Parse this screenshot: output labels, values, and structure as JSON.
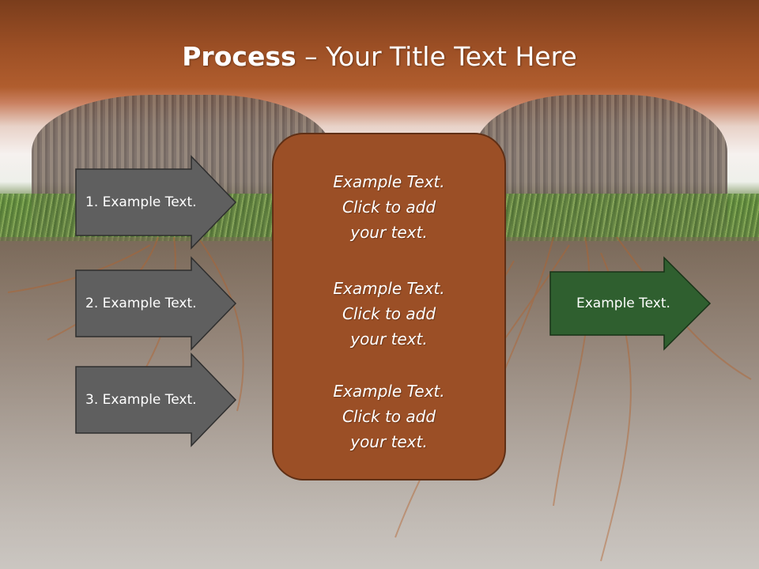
{
  "title": {
    "bold": "Process",
    "rest": " – Your Title Text Here"
  },
  "steps": [
    {
      "label": "1. Example Text."
    },
    {
      "label": "2. Example Text."
    },
    {
      "label": "3. Example Text."
    }
  ],
  "center_blocks": [
    {
      "line1": "Example Text.",
      "line2": "Click  to add",
      "line3": "your text."
    },
    {
      "line1": "Example Text.",
      "line2": "Click  to add",
      "line3": "your text."
    },
    {
      "line1": "Example Text.",
      "line2": "Click  to add",
      "line3": "your text."
    }
  ],
  "result": {
    "label": "Example Text."
  },
  "colors": {
    "title_bar": "#9c4f25",
    "step_arrow": "#5f5f5f",
    "center_box": "#9b4f26",
    "result_arrow": "#2f5f2f"
  }
}
